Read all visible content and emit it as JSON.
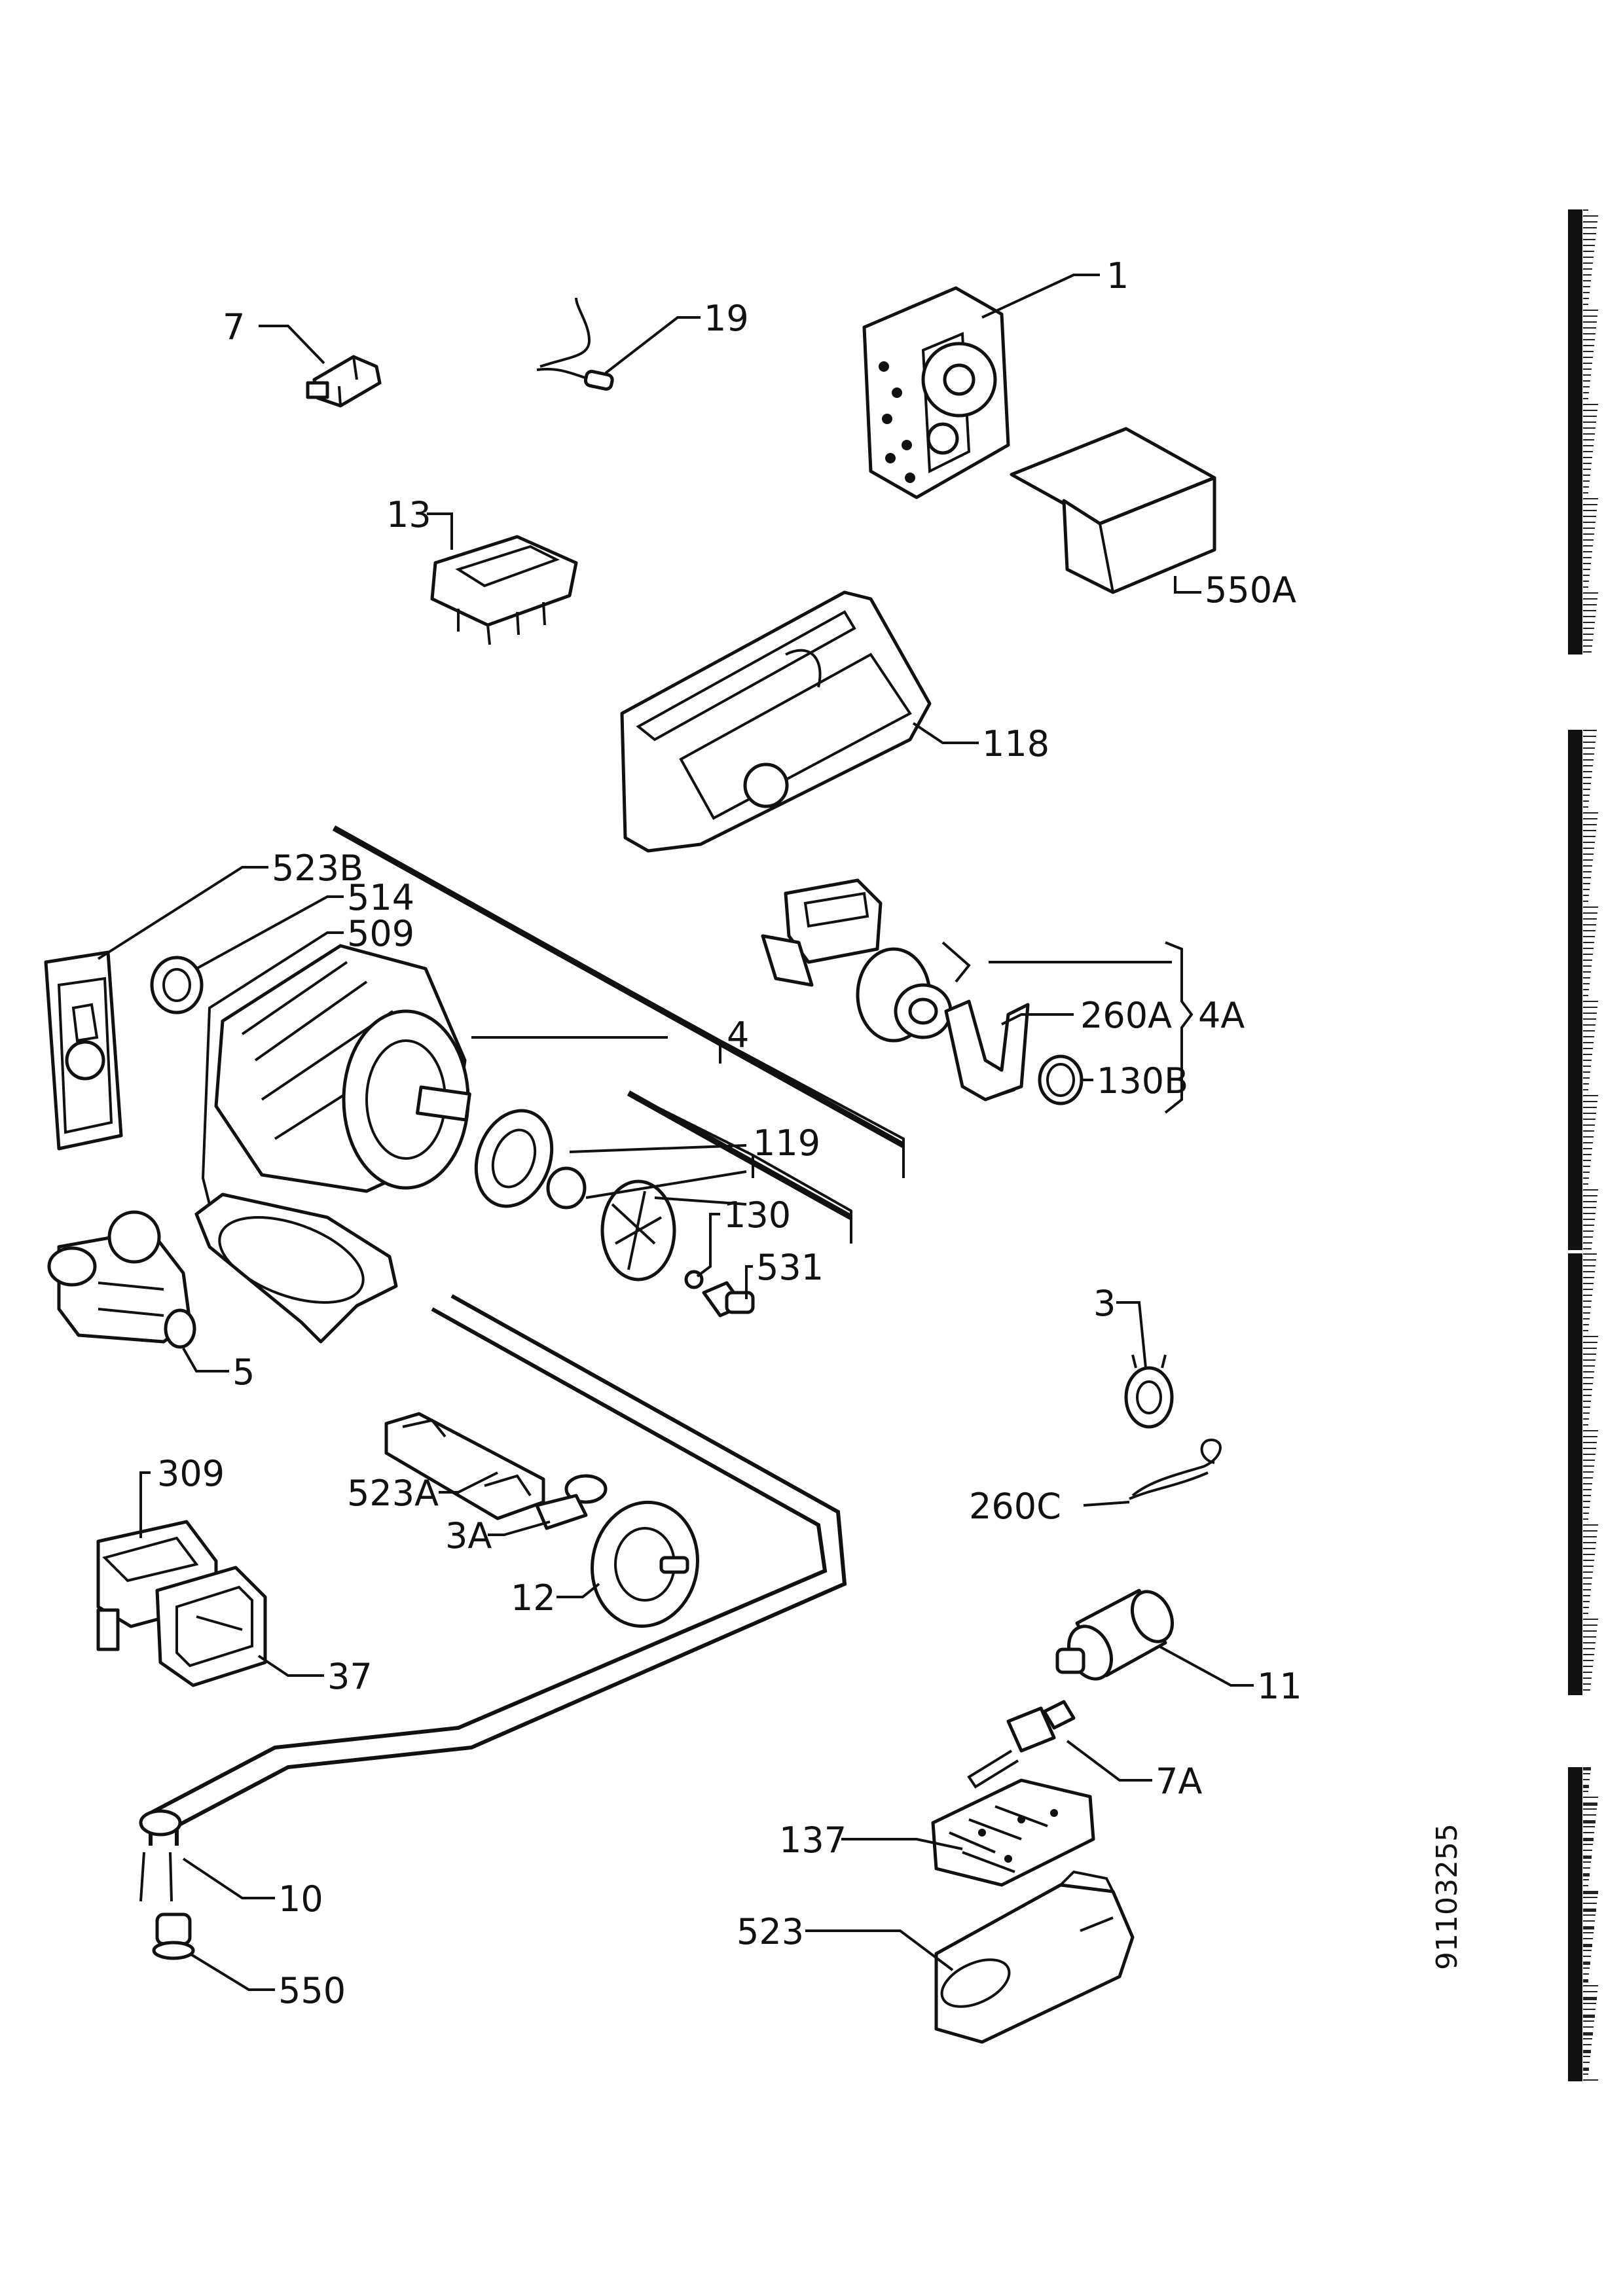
{
  "diagram": {
    "labels": {
      "p7": "7",
      "p19": "19",
      "p1": "1",
      "p550A": "550A",
      "p13": "13",
      "p118": "118",
      "p523B": "523B",
      "p514": "514",
      "p509": "509",
      "p4": "4",
      "p260A": "260A",
      "p4A": "4A",
      "p130B": "130B",
      "p119": "119",
      "p130": "130",
      "p531": "531",
      "p5": "5",
      "p3": "3",
      "p260C": "260C",
      "p523A": "523A",
      "p3A": "3A",
      "p309": "309",
      "p12": "12",
      "p37": "37",
      "p11": "11",
      "p7A": "7A",
      "p137": "137",
      "p10": "10",
      "p523": "523",
      "p550": "550"
    },
    "document_code": "91103255"
  }
}
